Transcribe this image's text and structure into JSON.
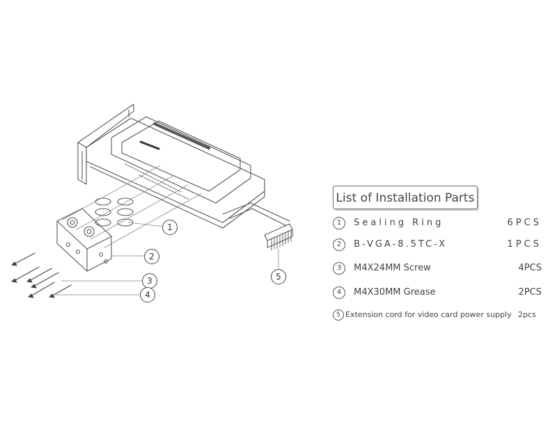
{
  "callouts": [
    "1",
    "2",
    "3",
    "4",
    "5"
  ],
  "list_title": "List of Installation Parts",
  "parts": [
    {
      "num": "1",
      "name": "Sealing Ring",
      "qty": "6PCS"
    },
    {
      "num": "2",
      "name": "B-VGA-8.5TC-X",
      "qty": "1PCS"
    },
    {
      "num": "3",
      "name": "M4X24MM Screw",
      "qty": "4PCS"
    },
    {
      "num": "4",
      "name": "M4X30MM Grease",
      "qty": "2PCS"
    }
  ],
  "extension": {
    "num": "5",
    "name": "Extension cord for video card power supply",
    "qty": "2pcs"
  }
}
